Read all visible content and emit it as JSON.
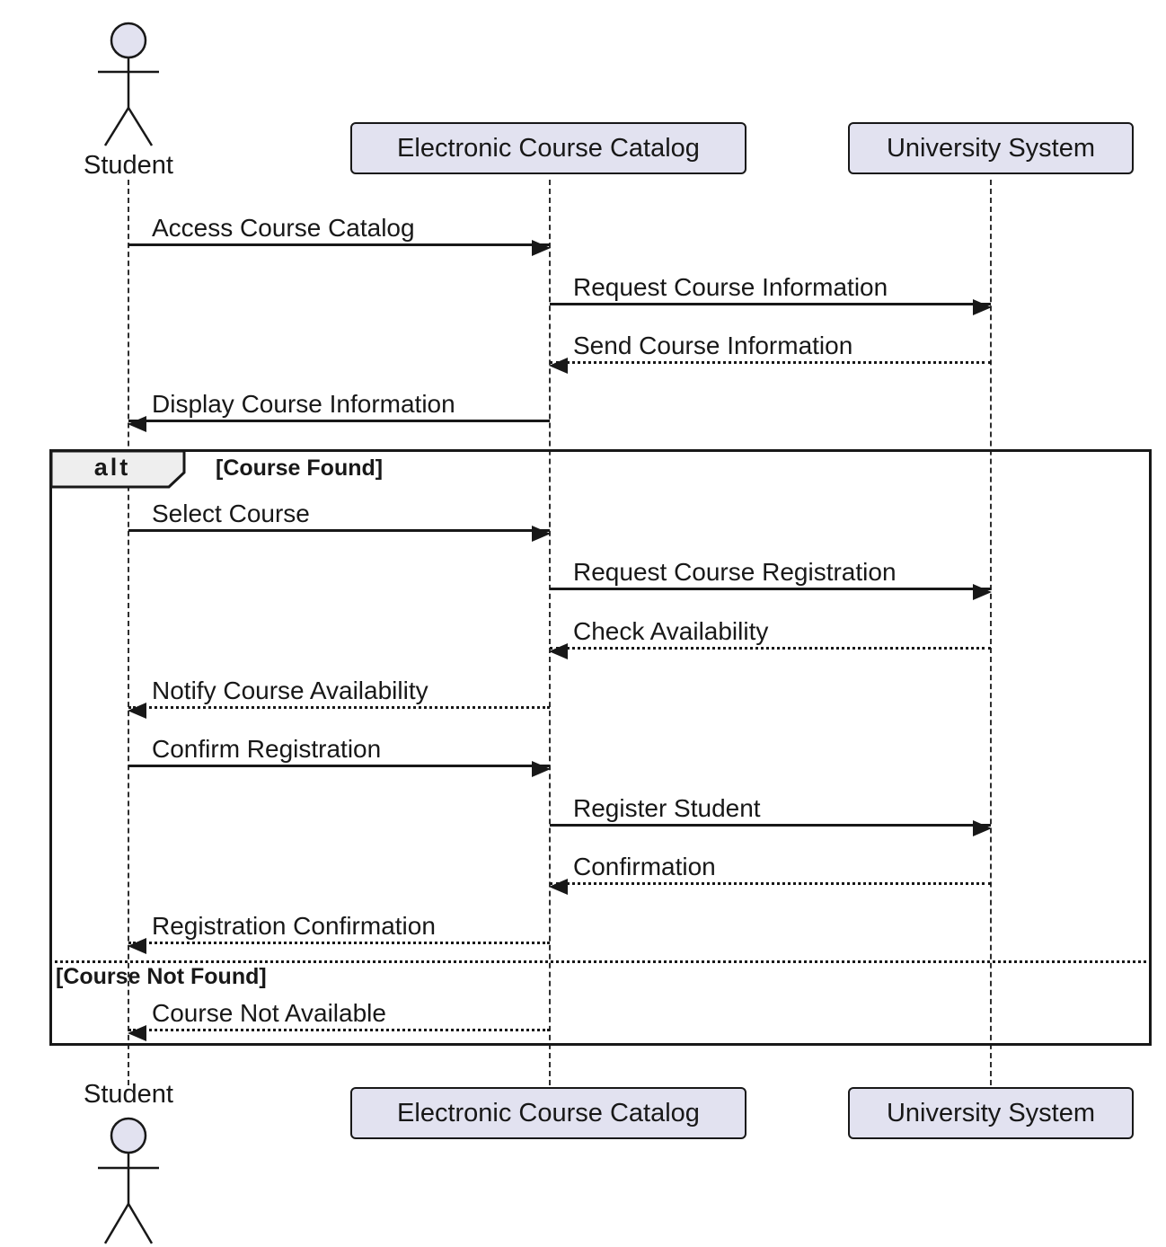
{
  "diagram": {
    "type": "uml-sequence"
  },
  "colors": {
    "participant_fill": "#E2E2F0",
    "stroke": "#181818",
    "fragment_label_fill": "#EEEEEE",
    "background": "#FFFFFF"
  },
  "participants": [
    {
      "label": "Student",
      "kind": "actor"
    },
    {
      "label": "Electronic Course Catalog",
      "kind": "participant"
    },
    {
      "label": "University System",
      "kind": "participant"
    }
  ],
  "fragment": {
    "operator": "alt",
    "guards": [
      "[Course Found]",
      "[Course Not Found]"
    ]
  },
  "messages": [
    {
      "from": "Student",
      "to": "Electronic Course Catalog",
      "label": "Access Course Catalog",
      "line": "solid"
    },
    {
      "from": "Electronic Course Catalog",
      "to": "University System",
      "label": "Request Course Information",
      "line": "solid"
    },
    {
      "from": "University System",
      "to": "Electronic Course Catalog",
      "label": "Send Course Information",
      "line": "dashed"
    },
    {
      "from": "Electronic Course Catalog",
      "to": "Student",
      "label": "Display Course Information",
      "line": "solid"
    },
    {
      "from": "Student",
      "to": "Electronic Course Catalog",
      "label": "Select Course",
      "line": "solid",
      "section": "[Course Found]"
    },
    {
      "from": "Electronic Course Catalog",
      "to": "University System",
      "label": "Request Course Registration",
      "line": "solid",
      "section": "[Course Found]"
    },
    {
      "from": "University System",
      "to": "Electronic Course Catalog",
      "label": "Check Availability",
      "line": "dashed",
      "section": "[Course Found]"
    },
    {
      "from": "Electronic Course Catalog",
      "to": "Student",
      "label": "Notify Course Availability",
      "line": "dashed",
      "section": "[Course Found]"
    },
    {
      "from": "Student",
      "to": "Electronic Course Catalog",
      "label": "Confirm Registration",
      "line": "solid",
      "section": "[Course Found]"
    },
    {
      "from": "Electronic Course Catalog",
      "to": "University System",
      "label": "Register Student",
      "line": "solid",
      "section": "[Course Found]"
    },
    {
      "from": "University System",
      "to": "Electronic Course Catalog",
      "label": "Confirmation",
      "line": "dashed",
      "section": "[Course Found]"
    },
    {
      "from": "Electronic Course Catalog",
      "to": "Student",
      "label": "Registration Confirmation",
      "line": "dashed",
      "section": "[Course Found]"
    },
    {
      "from": "Electronic Course Catalog",
      "to": "Student",
      "label": "Course Not Available",
      "line": "dashed",
      "section": "[Course Not Found]"
    }
  ]
}
